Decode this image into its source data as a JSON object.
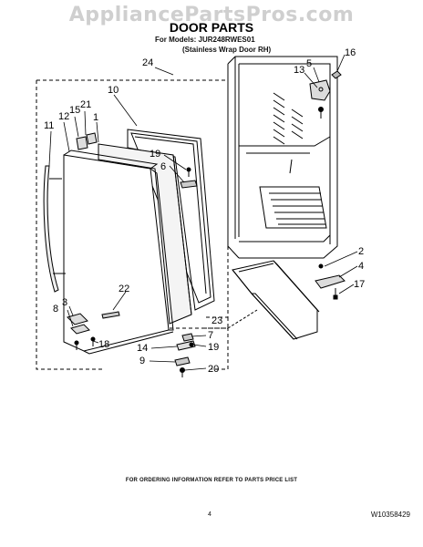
{
  "watermark": "AppliancePartsPros.com",
  "header": {
    "title": "DOOR PARTS",
    "models_line": "For Models: JUR248RWES01",
    "variant_line": "(Stainless Wrap Door RH)"
  },
  "callouts": {
    "c24": "24",
    "c10": "10",
    "c1": "1",
    "c21": "21",
    "c15": "15",
    "c12": "12",
    "c11": "11",
    "c19a": "19",
    "c6": "6",
    "c5": "5",
    "c16": "16",
    "c13": "13",
    "c2": "2",
    "c4": "4",
    "c17": "17",
    "c22": "22",
    "c23": "23",
    "c3": "3",
    "c8": "8",
    "c18": "18",
    "c7": "7",
    "c14": "14",
    "c19b": "19",
    "c9": "9",
    "c20": "20"
  },
  "footer": {
    "ordering_note": "FOR ORDERING INFORMATION REFER TO PARTS PRICE LIST",
    "page_number": "4",
    "document_id": "W10358429"
  }
}
